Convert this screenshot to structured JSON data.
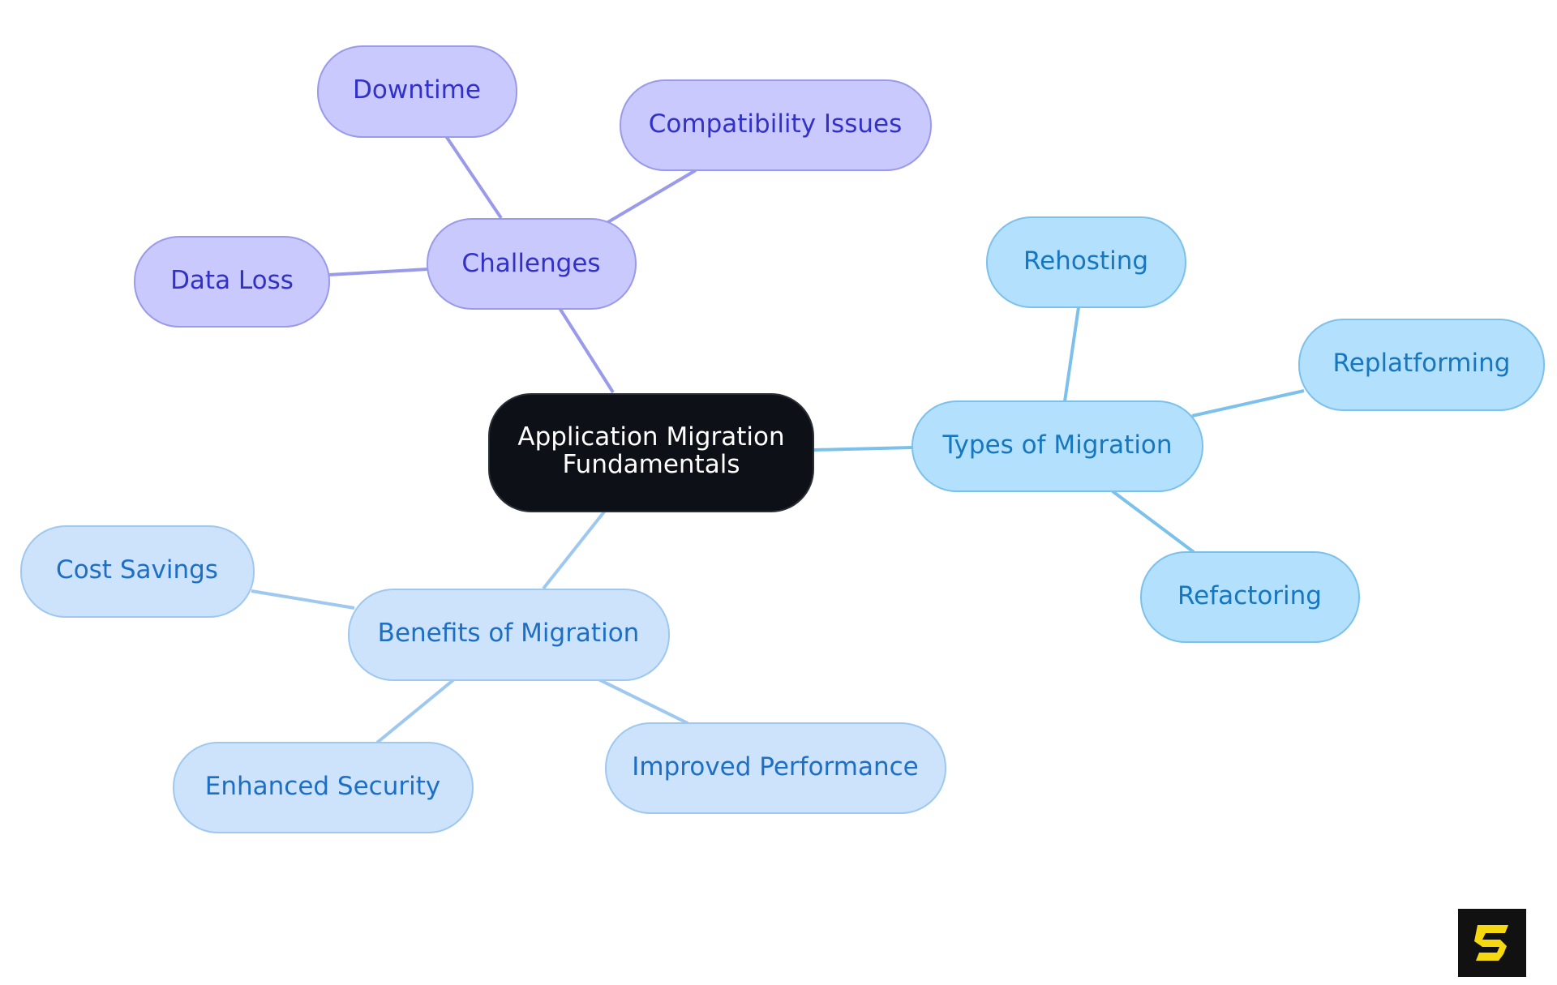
{
  "diagram": {
    "root": {
      "line1": "Application Migration",
      "line2": "Fundamentals"
    },
    "branches": {
      "challenges": {
        "label": "Challenges",
        "children": {
          "downtime": "Downtime",
          "compatibility": "Compatibility Issues",
          "data_loss": "Data Loss"
        }
      },
      "types": {
        "label": "Types of Migration",
        "children": {
          "rehosting": "Rehosting",
          "replatforming": "Replatforming",
          "refactoring": "Refactoring"
        }
      },
      "benefits": {
        "label": "Benefits of Migration",
        "children": {
          "cost_savings": "Cost Savings",
          "enhanced_security": "Enhanced Security",
          "improved_performance": "Improved Performance"
        }
      }
    }
  },
  "colors": {
    "root_fill": "#0d1117",
    "challenges_fill": "#c9c9fd",
    "challenges_stroke": "#9a9aea",
    "challenges_text": "#3131c8",
    "types_fill": "#b3e0fd",
    "types_stroke": "#7cc0ec",
    "types_text": "#1676be",
    "benefits_fill": "#cde3fb",
    "benefits_stroke": "#9ec8f0",
    "benefits_text": "#1d6fc4",
    "logo_bg": "#111111",
    "logo_mark": "#f5d80f"
  },
  "logo_icon": "stylized-s-logo-icon"
}
